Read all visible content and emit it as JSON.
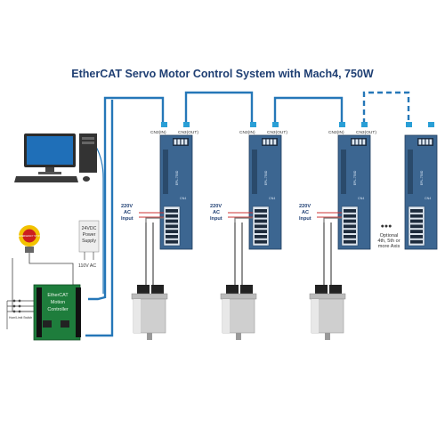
{
  "title": "EtherCAT Servo Motor Control System with Mach4, 750W",
  "ports": {
    "in": "CN3(IN)",
    "out": "CN3(OUT)"
  },
  "drive_side_label": "EPL-750D",
  "drive_mid_label": "CN4",
  "ac_input": {
    "line1": "220V",
    "line2": "AC",
    "line3": "Input"
  },
  "power_supply": {
    "line1": "24VDC",
    "line2": "Power",
    "line3": "Supply"
  },
  "ac_small": "110V AC",
  "controller": {
    "line1": "EtherCAT",
    "line2": "Motion",
    "line3": "Controller"
  },
  "emergency_label": "EMERGENCY STOP",
  "optional_axis": {
    "dots": "●●●",
    "line1": "Optional",
    "line2": "4th, 5th or",
    "line3": "more Axis"
  },
  "limit_switch_label": "Hom/Limit Switch",
  "colors": {
    "drive_body": "#3c6691",
    "ethernet_cable": "#2577b8",
    "port_blue": "#2a9fd6",
    "controller_green": "#1e7d3c",
    "title": "#1f3f73"
  }
}
